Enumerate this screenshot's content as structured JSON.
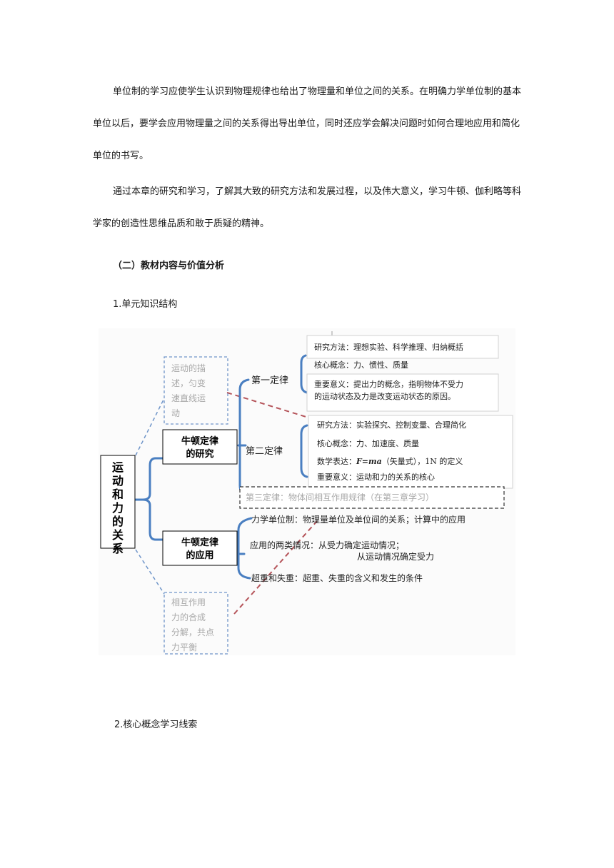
{
  "paragraphs": [
    "单位制的学习应使学生认识到物理规律也给出了物理量和单位之间的关系。在明确力学单位制的基本单位以后，要学会应用物理量之间的关系得出导出单位，同时还应学会解决问题时如何合理地应用和简化单位的书写。",
    "通过本章的研究和学习，了解其大致的研究方法和发展过程，以及伟大意义，学习牛顿、伽利略等科学家的创造性思维品质和敢于质疑的精神。"
  ],
  "section_heading": "（二）教材内容与价值分析",
  "subheading_1": "1.单元知识结构",
  "subheading_2": "2.核心概念学习线索",
  "diagram": {
    "root": "运动和力的关系",
    "branch_research": "牛顿定律的研究",
    "branch_application": "牛顿定律的应用",
    "prereq_top": [
      "运动的描",
      "述，匀变",
      "速直线运",
      "动"
    ],
    "prereq_bottom": [
      "相互作用",
      "力的合成",
      "分解，共点",
      "力平衡"
    ],
    "law1": {
      "label": "第一定律",
      "method": "研究方法：理想实验、科学推理、归纳概括",
      "concepts": "核心概念：力、惯性、质量",
      "significance": [
        "重要意义：提出力的概念，指明物体不受力",
        "的运动状态及力是改变运动状态的原因。"
      ]
    },
    "law2": {
      "label": "第二定律",
      "method": "研究方法：实验探究、控制变量、合理简化",
      "concepts": "核心概念：力、加速度、质量",
      "expression_prefix": "数学表达：",
      "expression_formula": "F=ma",
      "expression_suffix": "（矢量式），1N 的定义",
      "significance": "重要意义：运动和力的关系的核心"
    },
    "law3": "第三定律：物体间相互作用规律（在第三章学习）",
    "app_units": "力学单位制：物理量单位及单位间的关系；计算中的应用",
    "app_two_cases": [
      "应用的两类情况：从受力确定运动情况；",
      "从运动情况确定受力"
    ],
    "app_weight": "超重和失重：超重、失重的含义和发生的条件"
  },
  "colors": {
    "bracket_blue": "#4a7fc1",
    "dashed_blue": "#6f95c9",
    "dashed_red": "#b5545a",
    "faded_text": "#a8a8a8"
  }
}
